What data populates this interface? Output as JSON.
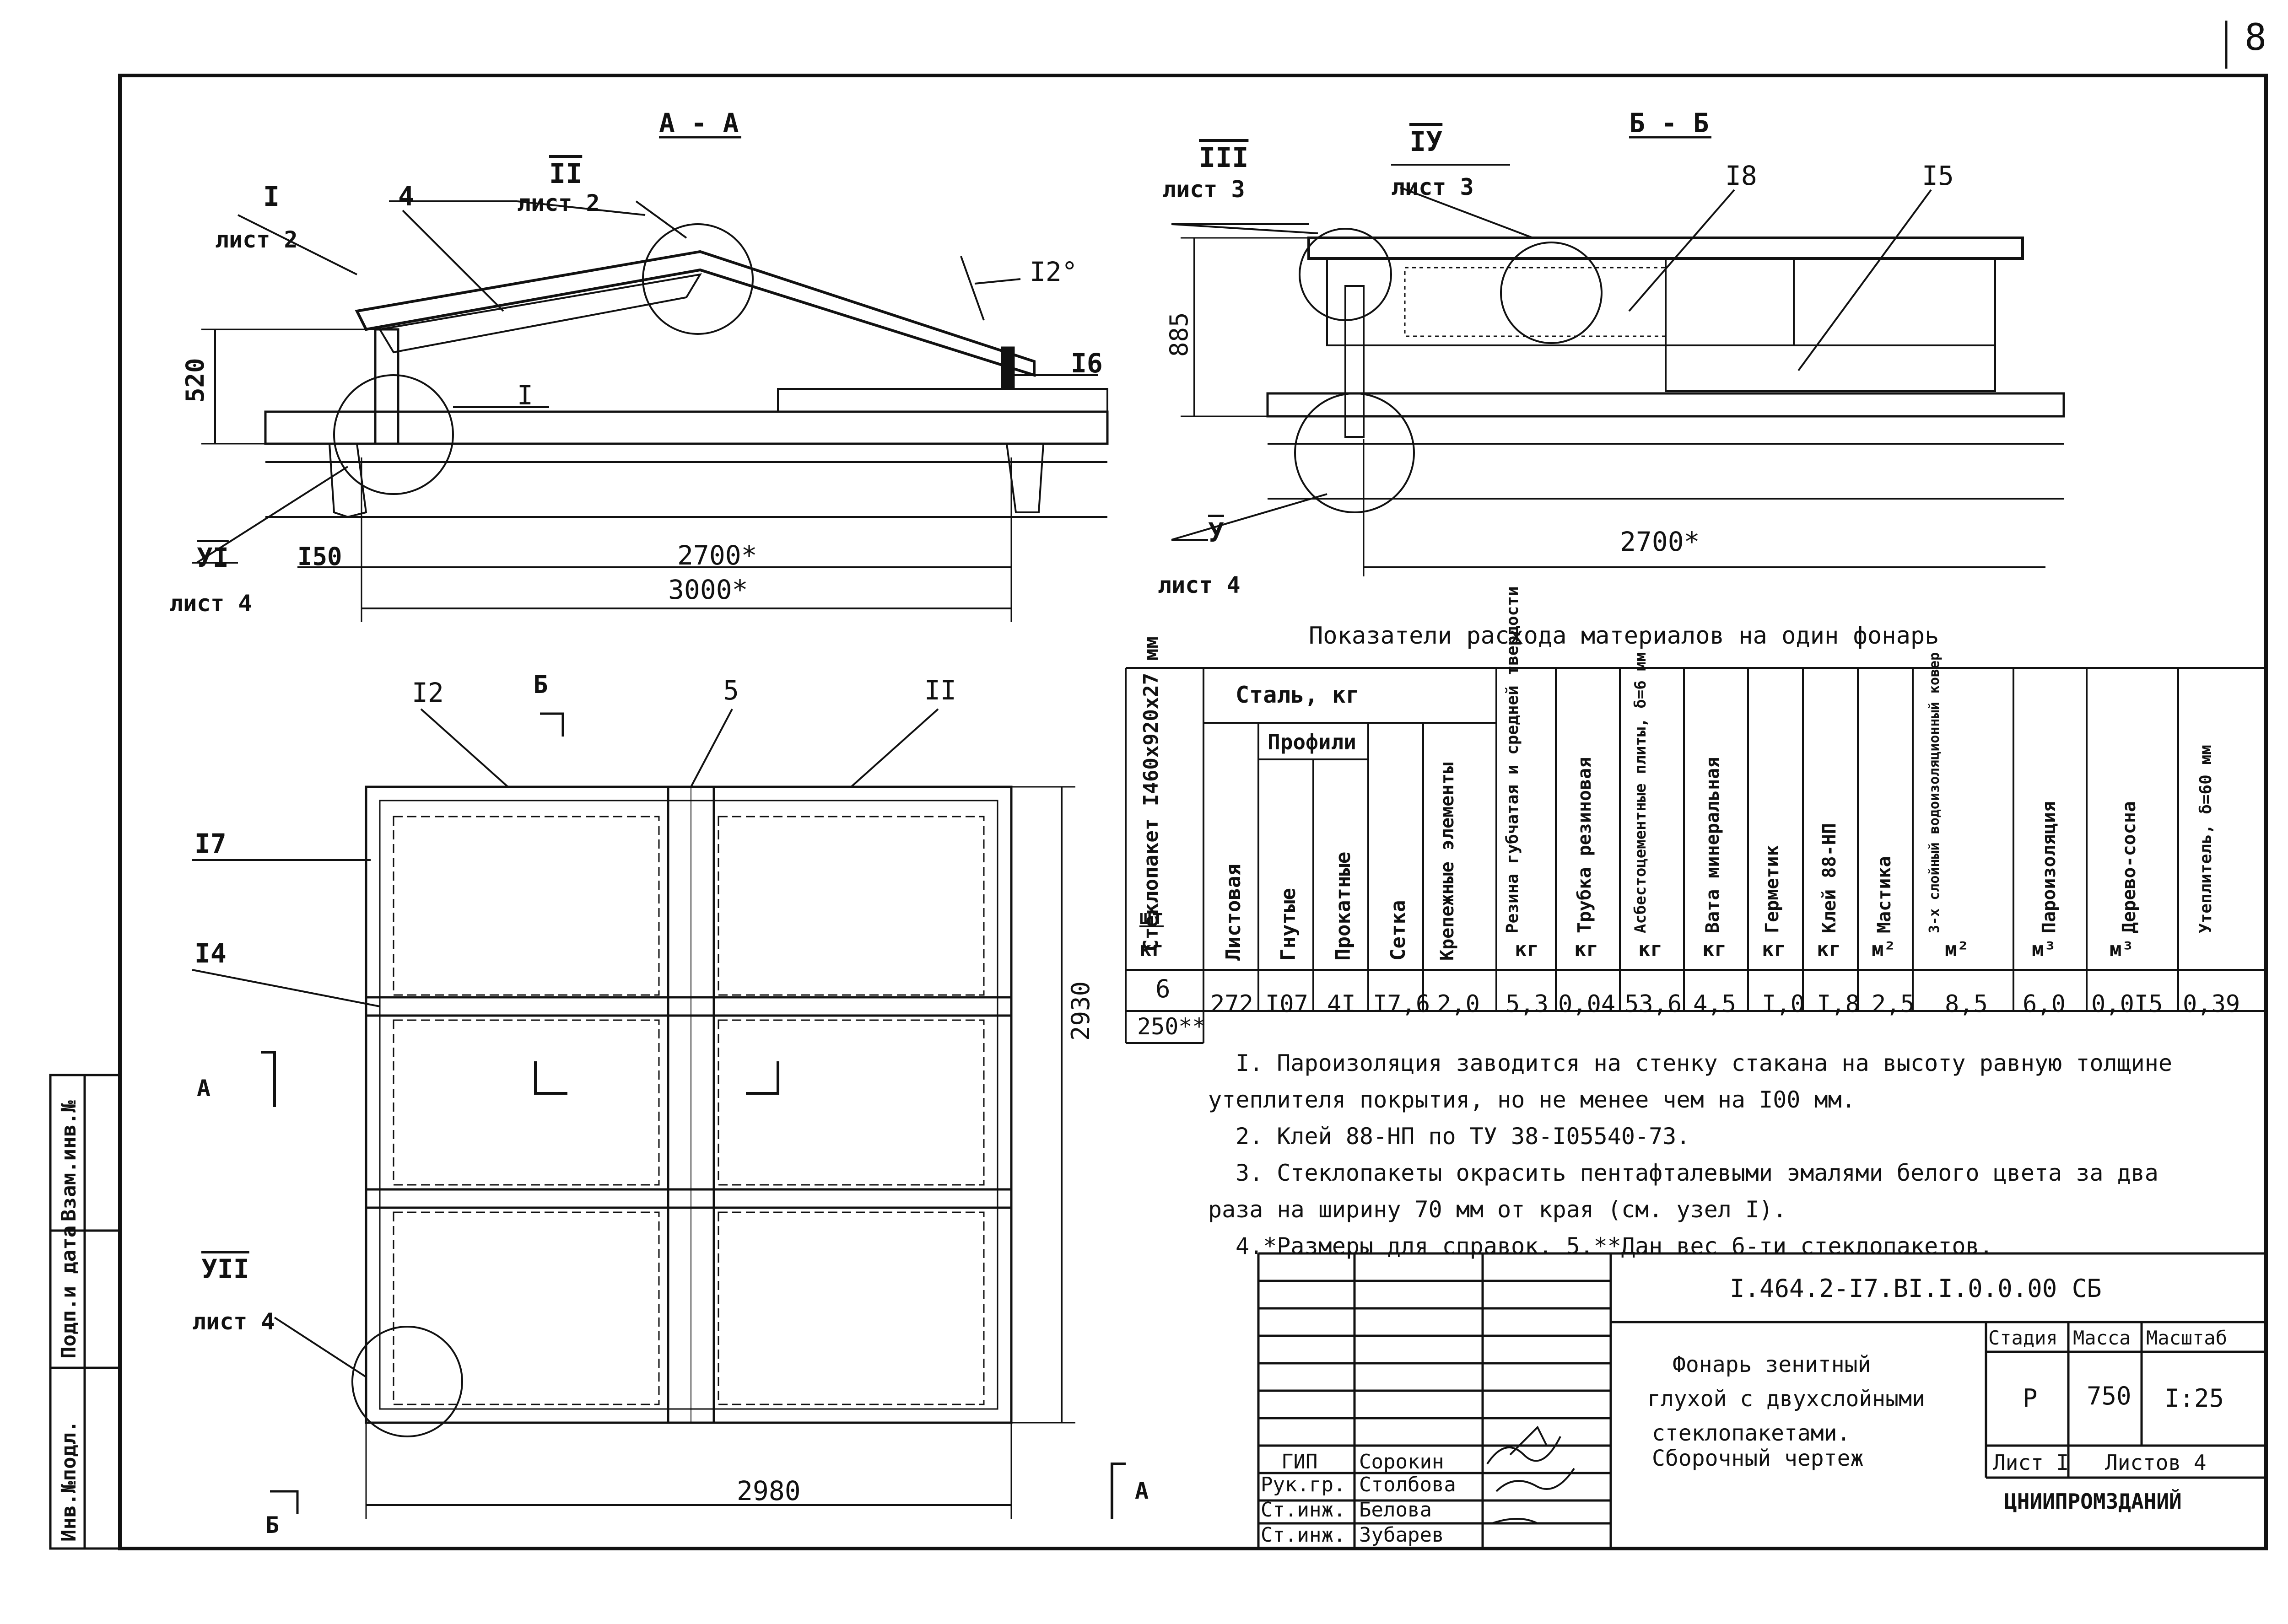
{
  "page_number": "8",
  "section_aa": {
    "title": "А - А",
    "node1_num": "I",
    "node1_sheet": "лист 2",
    "node2_num": "II",
    "node2_sheet": "лист 2",
    "node6_num": "УI",
    "node6_sheet": "лист 4",
    "pos4": "4",
    "node_i": "I",
    "pos16": "I6",
    "angle": "I2°",
    "dim_520": "520",
    "dim_150": "I50",
    "dim_2700": "2700*",
    "dim_3000": "3000*"
  },
  "section_bb": {
    "title": "Б - Б",
    "node3_num": "III",
    "node3_sheet": "лист 3",
    "node4_num": "IУ",
    "node4_sheet": "лист 3",
    "pos18": "I8",
    "pos15": "I5",
    "dim_885": "885",
    "node5_num": "У",
    "node5_sheet": "лист 4",
    "dim_2700": "2700*"
  },
  "plan": {
    "pos12": "I2",
    "cut_b_top": "Б",
    "pos5": "5",
    "pos11": "II",
    "pos17": "I7",
    "pos14": "I4",
    "cut_a_left": "А",
    "cut_a_right": "А",
    "cut_b_bottom": "Б",
    "node7_num": "УII",
    "node7_sheet": "лист 4",
    "dim_2930": "2930",
    "dim_2980": "2980"
  },
  "table": {
    "title": "Показатели расхода материалов на один фонарь",
    "h_glass": "Стеклопакет I460х920х27 мм",
    "h_steel": "Сталь, кг",
    "h_profiles": "Профили",
    "cols": [
      "Листовая",
      "Гнутые",
      "Прокатные",
      "Сетка",
      "Крепежные элементы",
      "Резина губчатая и средней твердости",
      "Трубка резиновая",
      "Асбестоцементные плиты, δ=6 мм",
      "Вата минеральная",
      "Герметик",
      "Клей 88-НП",
      "Мастика",
      "3-х слойный водоизоляционный ковер",
      "Пароизоляция",
      "Дерево-сосна",
      "Утеплитель, δ=60 мм"
    ],
    "units": [
      "кг",
      "кг",
      "кг",
      "кг",
      "кг",
      "кг",
      "м²",
      "м²",
      "м³",
      "м³"
    ],
    "unit_sht": "шт",
    "unit_kg": "кг",
    "glass_count": "6",
    "glass_mass": "250**",
    "values": [
      "272",
      "I07",
      "4I",
      "I7,6",
      "2,0",
      "5,3",
      "0,04",
      "53,6",
      "4,5",
      "I,0",
      "I,8",
      "2,5",
      "8,5",
      "6,0",
      "0,0I5",
      "0,39"
    ]
  },
  "notes": {
    "n1a": "I. Пароизоляция заводится на стенку стакана на высоту равную толщине",
    "n1b": "утеплителя покрытия, но не менее чем на I00 мм.",
    "n2": "2. Клей 88-НП по ТУ 38-I05540-73.",
    "n3a": "3. Стеклопакеты окрасить пентафталевыми эмалями белого цвета за два",
    "n3b": "раза на ширину 70 мм от края (см. узел I).",
    "n4": "4.*Размеры для справок.  5.**Дан вес 6-ти стеклопакетов."
  },
  "side_stamp": {
    "f1": "Взам.инв.№",
    "f2": "Подп.и дата",
    "f3": "Инв.№подл."
  },
  "stamp": {
    "code": "I.464.2-I7.BI.I.0.0.00 СБ",
    "title1": "Фонарь зенитный",
    "title2": "глухой с двухслойными",
    "title3": "стеклопакетами.",
    "title4": "Сборочный чертеж",
    "h_stage": "Стадия",
    "h_mass": "Масса",
    "h_scale": "Масштаб",
    "stage": "Р",
    "mass": "750",
    "scale": "I:25",
    "sheet": "Лист I",
    "sheets": "Листов 4",
    "org": "ЦНИИПРОМЗДАНИЙ",
    "roles": [
      "ГИП",
      "Рук.гр.",
      "Ст.инж.",
      "Ст.инж."
    ],
    "names": [
      "Сорокин",
      "Столбова",
      "Белова",
      "Зубарев"
    ]
  }
}
